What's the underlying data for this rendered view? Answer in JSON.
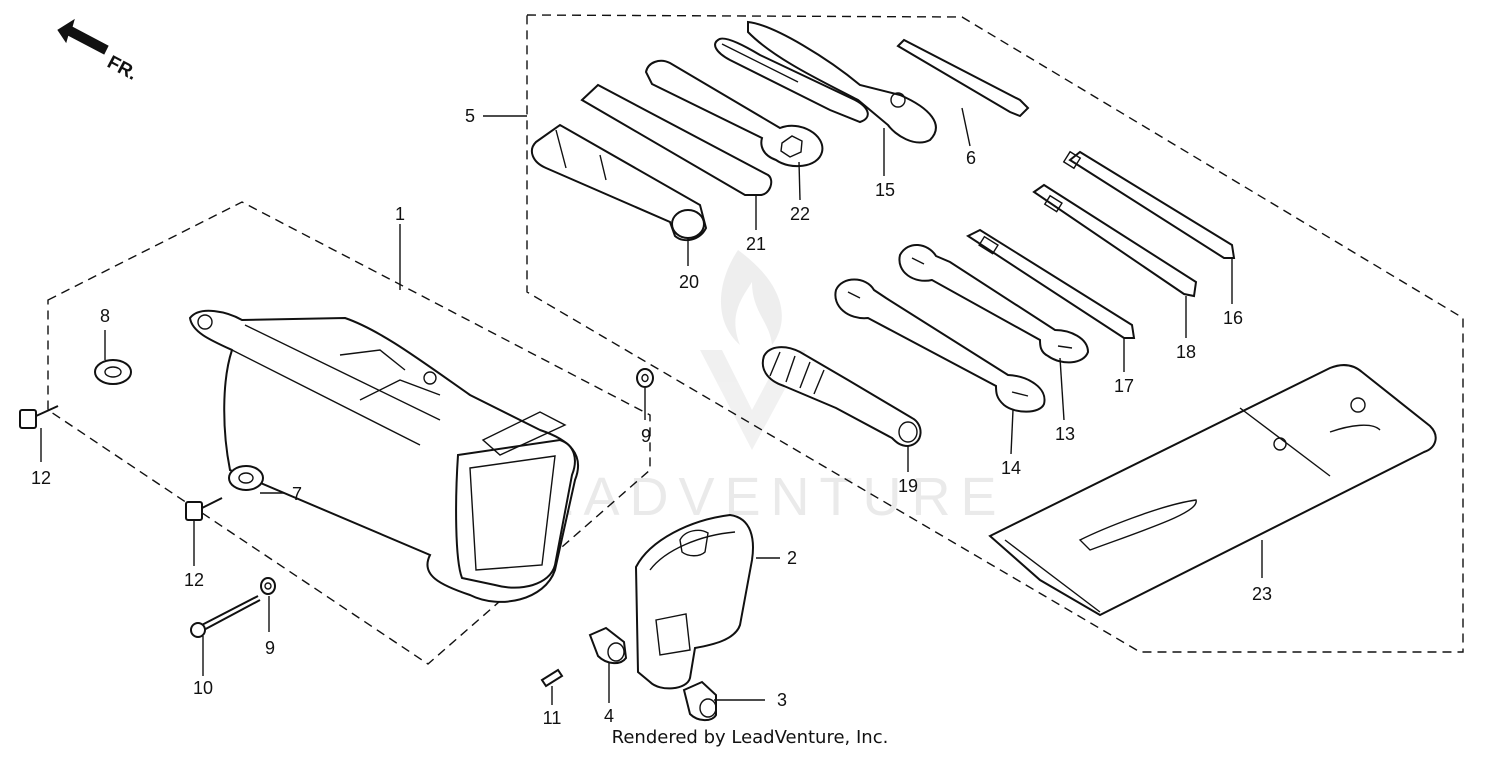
{
  "diagram": {
    "direction_label": "FR.",
    "watermark": "LEADVENTURE",
    "credit": "Rendered by LeadVenture, Inc.",
    "callouts": [
      "1",
      "2",
      "3",
      "4",
      "5",
      "6",
      "7",
      "8",
      "9",
      "9",
      "10",
      "11",
      "12",
      "12",
      "13",
      "14",
      "15",
      "16",
      "17",
      "18",
      "19",
      "20",
      "21",
      "22",
      "23"
    ]
  },
  "colors": {
    "ink": "#111111",
    "background": "#ffffff",
    "watermark": "#d9d9d9"
  }
}
